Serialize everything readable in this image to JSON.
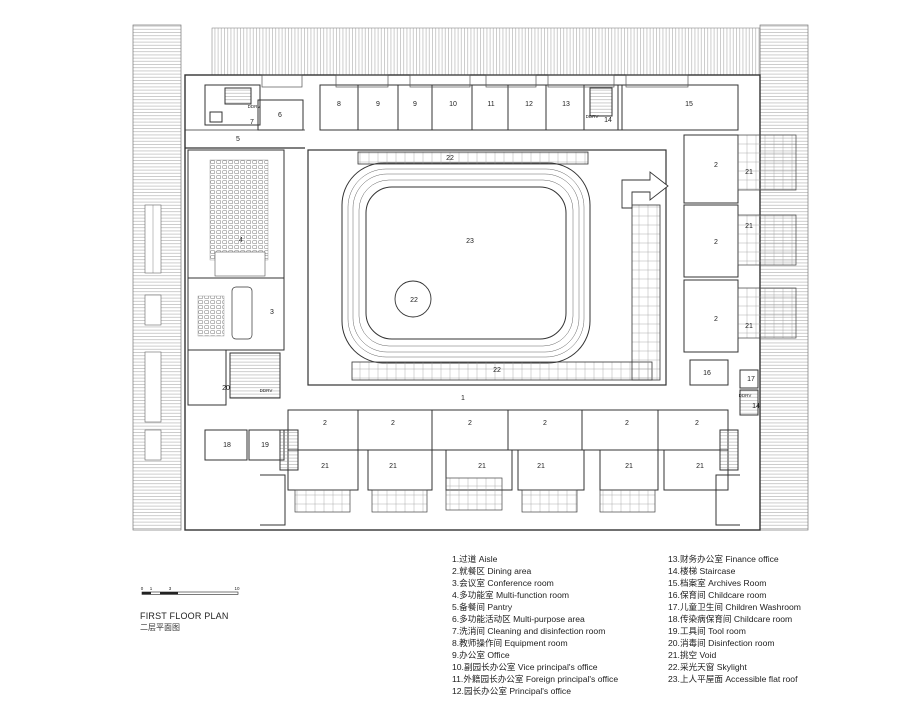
{
  "title": "FIRST FLOOR PLAN",
  "subtitle": "二层平面图",
  "scale_bar": {
    "ticks": [
      "0",
      "1",
      "3",
      "10"
    ]
  },
  "legend": [
    {
      "num": "1.",
      "zh": "过道",
      "en": "Aisle"
    },
    {
      "num": "2.",
      "zh": "就餐区",
      "en": "Dining area"
    },
    {
      "num": "3.",
      "zh": "会议室",
      "en": "Conference room"
    },
    {
      "num": "4.",
      "zh": "多功能室",
      "en": "Multi-function room"
    },
    {
      "num": "5.",
      "zh": "备餐间",
      "en": "Pantry"
    },
    {
      "num": "6.",
      "zh": "多功能活动区",
      "en": "Multi-purpose area"
    },
    {
      "num": "7.",
      "zh": "洗消间",
      "en": "Cleaning and disinfection room"
    },
    {
      "num": "8.",
      "zh": "教师操作间",
      "en": "Equipment room"
    },
    {
      "num": "9.",
      "zh": "办公室",
      "en": "Office"
    },
    {
      "num": "10.",
      "zh": "副园长办公室",
      "en": "Vice principal's office"
    },
    {
      "num": "11.",
      "zh": "外籍园长办公室",
      "en": "Foreign principal's office"
    },
    {
      "num": "12.",
      "zh": "园长办公室",
      "en": "Principal's office"
    },
    {
      "num": "13.",
      "zh": "财务办公室",
      "en": "Finance office"
    },
    {
      "num": "14.",
      "zh": "楼梯",
      "en": "Staircase"
    },
    {
      "num": "15.",
      "zh": "档案室",
      "en": "Archives Room"
    },
    {
      "num": "16.",
      "zh": "保育间",
      "en": "Childcare room"
    },
    {
      "num": "17.",
      "zh": "儿童卫生间",
      "en": "Children Washroom"
    },
    {
      "num": "18.",
      "zh": "传染病保育间",
      "en": "Childcare room"
    },
    {
      "num": "19.",
      "zh": "工具间",
      "en": "Tool room"
    },
    {
      "num": "20.",
      "zh": "消毒间",
      "en": "Disinfection room"
    },
    {
      "num": "21.",
      "zh": "挑空",
      "en": "Void"
    },
    {
      "num": "22.",
      "zh": "采光天窗",
      "en": "Skylight"
    },
    {
      "num": "23.",
      "zh": "上人平屋面",
      "en": "Accessible flat roof"
    }
  ],
  "room_labels": {
    "aisle": "1",
    "dining": "2",
    "conference": "3",
    "multifunction": "4",
    "pantry": "5",
    "multipurpose": "6",
    "cleaning": "7",
    "equipment": "8",
    "office": "9",
    "vice": "10",
    "foreign": "11",
    "principal": "12",
    "finance": "13",
    "stair": "14",
    "archives": "15",
    "childcare": "16",
    "washroom": "17",
    "infect": "18",
    "tool": "19",
    "disinfect": "20",
    "void": "21",
    "skylight": "22",
    "roof": "23",
    "shaft": "DDRV"
  }
}
